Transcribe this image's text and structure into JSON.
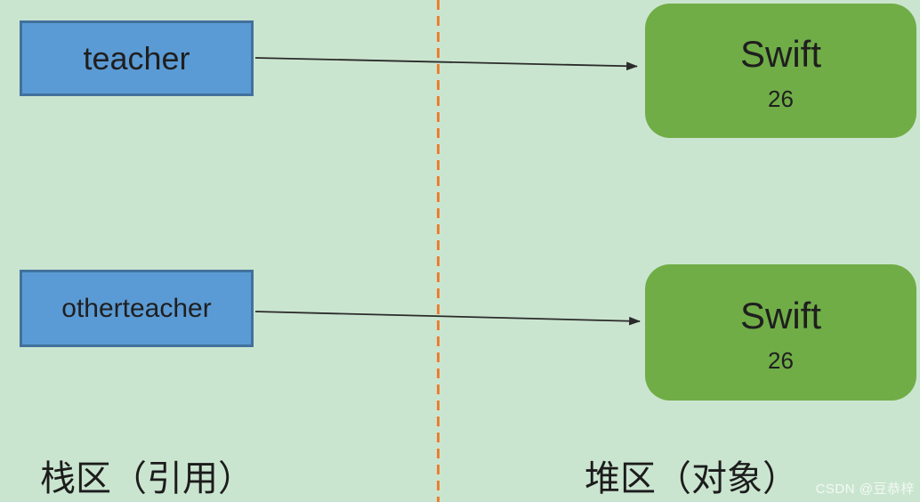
{
  "canvas": {
    "background_color": "#cae5cf",
    "divider_color": "#ed7d31",
    "arrow_color": "#2b2b2b"
  },
  "stack_section": {
    "label": "栈区（引用）",
    "box_fill": "#5b9bd5",
    "box_border": "#41719c",
    "references": [
      {
        "name": "teacher"
      },
      {
        "name": "otherteacher"
      }
    ]
  },
  "heap_section": {
    "label": "堆区（对象）",
    "box_fill": "#70ad47",
    "objects": [
      {
        "class_name": "Swift",
        "age": "26"
      },
      {
        "class_name": "Swift",
        "age": "26"
      }
    ]
  },
  "watermark": {
    "text": "CSDN @豆恭梓"
  }
}
